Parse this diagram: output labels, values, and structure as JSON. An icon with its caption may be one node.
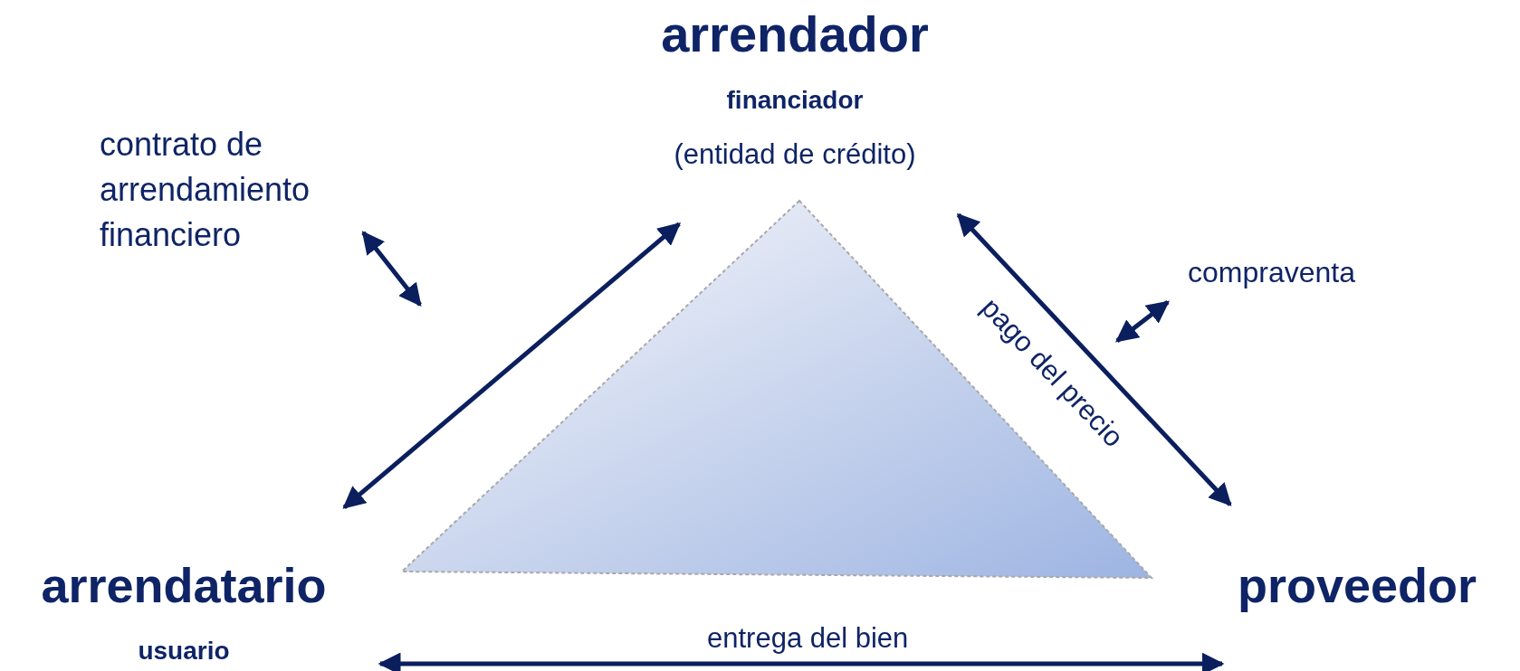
{
  "diagram": {
    "nodes": [
      {
        "text": [
          "arrendador",
          "financiador",
          "(entidad de crédito)"
        ]
      },
      {
        "text": [
          "arrendatario",
          "usuario"
        ]
      },
      {
        "text": [
          "proveedor"
        ]
      },
      {
        "text": [
          "contrato de arrendamiento financiero"
        ]
      },
      {
        "text": [
          "compraventa"
        ]
      }
    ],
    "edges": [
      {
        "from": 1,
        "to": 0,
        "arrow": "both"
      },
      {
        "from": 0,
        "to": 2,
        "arrow": "both",
        "label": "pago del precio"
      },
      {
        "from": 1,
        "to": 2,
        "arrow": "both",
        "label": "entrega del bien"
      },
      {
        "from": 3,
        "to": null,
        "arrow": "both"
      },
      {
        "from": 4,
        "to": null,
        "arrow": "both"
      }
    ]
  }
}
